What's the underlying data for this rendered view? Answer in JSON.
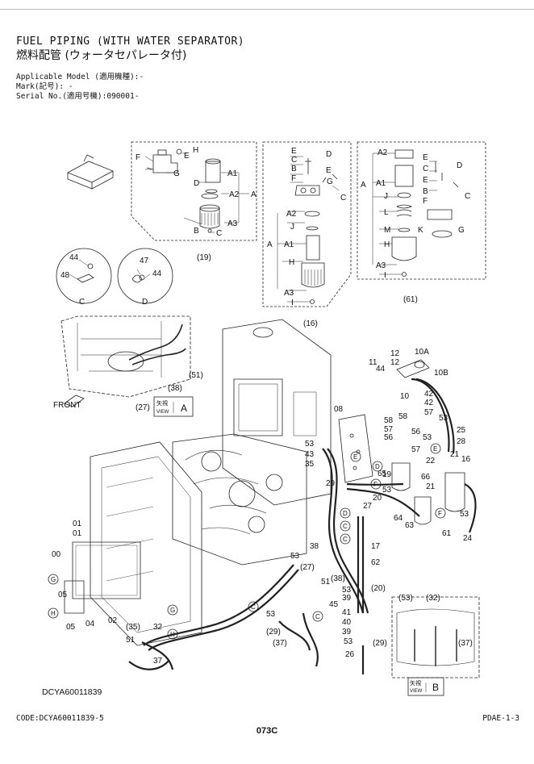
{
  "header": {
    "title_en": "FUEL PIPING (WITH WATER SEPARATOR)",
    "title_ja": "燃料配管 (ウォータセパレータ付)",
    "applicable_model": "Applicable Model (適用機種):-",
    "mark": "Mark(記号): -",
    "serial_no": "Serial No.(適用号機):090001-"
  },
  "drawing_code": "DCYA60011839",
  "footer": {
    "code": "CODE:DCYA60011839-5",
    "page_ref": "PDAE-1-3",
    "page_number": "073C"
  },
  "views": {
    "label_19": "(19)",
    "label_16": "(16)",
    "label_61": "(61)",
    "detail_c": "C",
    "detail_d": "D",
    "view_a_arrow": "矢視",
    "view_a_sub": "VIEW",
    "view_a_letter": "A",
    "view_b_arrow": "矢視",
    "view_b_sub": "VIEW",
    "view_b_letter": "B",
    "front": "FRONT"
  },
  "callouts": {
    "p19_F": "F",
    "p19_E": "E",
    "p19_H": "H",
    "p19_D": "D",
    "p19_G": "G",
    "p19_B": "B",
    "p19_C": "C",
    "p19_A1": "A1",
    "p19_A2": "A2",
    "p19_A3": "A3",
    "p19_A": "A",
    "p16_E": "E",
    "p16_C": "C",
    "p16_D": "D",
    "p16_E2": "E",
    "p16_B": "B",
    "p16_F": "F",
    "p16_G": "G",
    "p16_C2": "C",
    "p16_A2": "A2",
    "p16_J": "J",
    "p16_A": "A",
    "p16_A1": "A1",
    "p16_H": "H",
    "p16_A3": "A3",
    "p16_I": "I",
    "p61_A2": "A2",
    "p61_A1": "A1",
    "p61_J": "J",
    "p61_L": "L",
    "p61_M": "M",
    "p61_H": "H",
    "p61_A3": "A3",
    "p61_I": "I",
    "p61_A": "A",
    "p61_E": "E",
    "p61_C": "C",
    "p61_D": "D",
    "p61_E2": "E",
    "p61_B": "B",
    "p61_F": "F",
    "p61_K": "K",
    "p61_G": "G",
    "p61_C2": "C",
    "dc_44": "44",
    "dc_48": "48",
    "dd_47": "47",
    "dd_44": "44",
    "n51": "(51)",
    "n38": "(38)",
    "n27": "(27)",
    "n11": "11",
    "n44": "44",
    "n12": "12",
    "n10A": "10A",
    "n10B": "10B",
    "n12b": "12",
    "n10": "10",
    "n42": "42",
    "n42b": "42",
    "n57": "57",
    "n53a": "53",
    "n25": "25",
    "n28": "28",
    "n58": "58",
    "n58b": "58",
    "n57b": "57",
    "n56": "56",
    "n56b": "56",
    "n53b": "53",
    "n08": "08",
    "n53c": "53",
    "n43": "43",
    "n35": "35",
    "n57c": "57",
    "n22": "22",
    "n21": "21",
    "n16": "16",
    "n66": "66",
    "n21b": "21",
    "n65": "65",
    "n19": "19",
    "n53d": "53",
    "n29": "29",
    "n27b": "27",
    "n20": "20",
    "n64": "64",
    "n63": "63",
    "n61": "61",
    "n53e": "53",
    "n24": "24",
    "n01": "01",
    "n01b": "01",
    "n00": "00",
    "n05": "05",
    "n05b": "05",
    "n04": "04",
    "n02": "02",
    "n53f": "53",
    "n38b": "38",
    "n17": "17",
    "n62": "62",
    "n27c": "(27)",
    "n51b": "51",
    "n38c": "(38)",
    "n53g": "53",
    "n20b": "(20)",
    "n45": "45",
    "n39": "39",
    "n41": "41",
    "n40": "40",
    "n39b": "39",
    "n53h": "53",
    "n26": "26",
    "n53i": "53",
    "n35b": "(35)",
    "n32": "32",
    "n51c": "51",
    "n37": "37",
    "n29b": "(29)",
    "n37b": "(37)",
    "vb_53": "(53)",
    "vb_32": "(32)",
    "vb_29": "(29)",
    "vb_37": "(37)"
  },
  "circles": {
    "E": "E",
    "D": "D",
    "F": "F",
    "C": "C",
    "G": "G",
    "H": "H"
  }
}
